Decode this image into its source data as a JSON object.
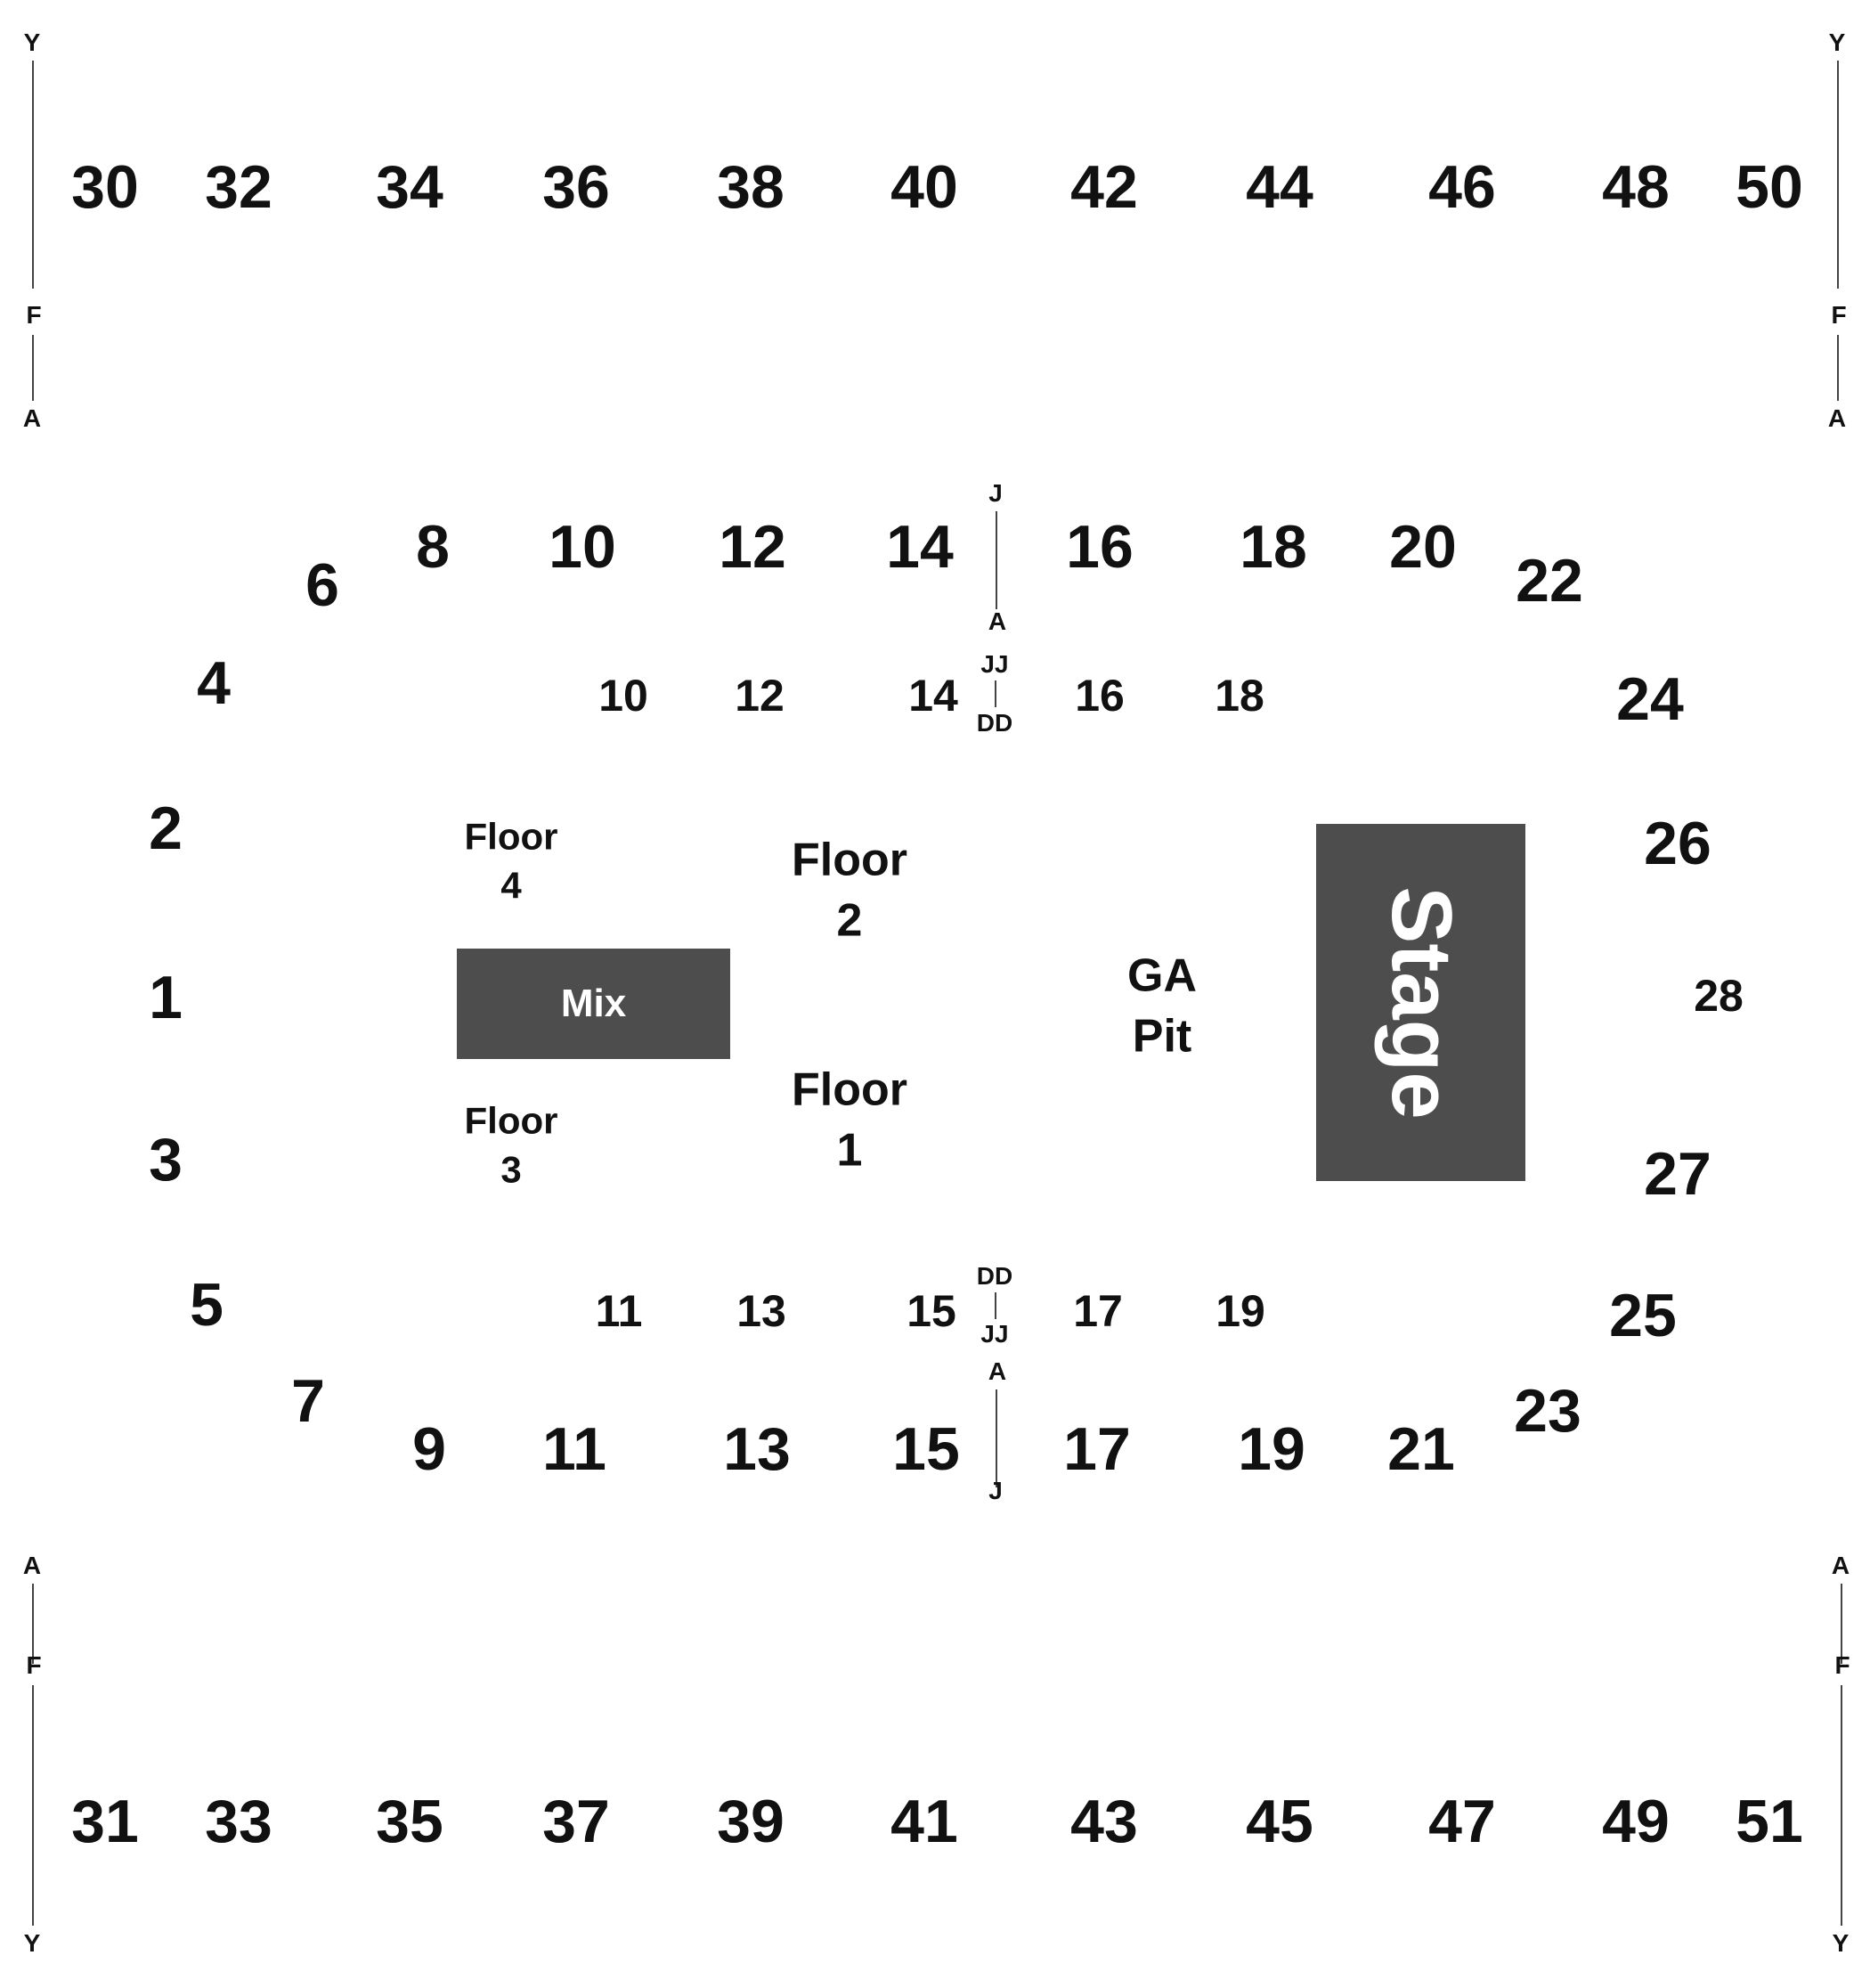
{
  "upper_sections": [
    "30",
    "32",
    "34",
    "36",
    "38",
    "40",
    "42",
    "44",
    "46",
    "48",
    "50"
  ],
  "lower_upper_sections": [
    "31",
    "33",
    "35",
    "37",
    "39",
    "41",
    "43",
    "45",
    "47",
    "49",
    "51"
  ],
  "lower_bowl_top": [
    "8",
    "10",
    "12",
    "14",
    "16",
    "18",
    "20"
  ],
  "lower_bowl_bottom": [
    "9",
    "11",
    "13",
    "15",
    "17",
    "19",
    "21"
  ],
  "lower_bowl_curve": [
    "6",
    "4",
    "2",
    "1",
    "3",
    "5",
    "7",
    "22",
    "24",
    "26",
    "27",
    "25",
    "23"
  ],
  "floor_rows_top": [
    "10",
    "12",
    "14",
    "16",
    "18"
  ],
  "floor_rows_bottom": [
    "11",
    "13",
    "15",
    "17",
    "19"
  ],
  "section_28": "28",
  "row_markers": {
    "upper_top": [
      "Y",
      "F",
      "A"
    ],
    "upper_bottom": [
      "A",
      "F",
      "Y"
    ],
    "bowl_top": [
      "J",
      "A"
    ],
    "bowl_bottom": [
      "A",
      "J"
    ],
    "floor_top": [
      "JJ",
      "DD"
    ],
    "floor_bottom": [
      "DD",
      "JJ"
    ]
  },
  "floors": {
    "floor4": {
      "line1": "Floor",
      "line2": "4"
    },
    "floor2": {
      "line1": "Floor",
      "line2": "2"
    },
    "floor3": {
      "line1": "Floor",
      "line2": "3"
    },
    "floor1": {
      "line1": "Floor",
      "line2": "1"
    }
  },
  "ga_pit": {
    "line1": "GA",
    "line2": "Pit"
  },
  "mix_label": "Mix",
  "stage_label": "Stage",
  "colors": {
    "block": "#4d4d4d",
    "text": "#111111",
    "block_text": "#ffffff"
  }
}
